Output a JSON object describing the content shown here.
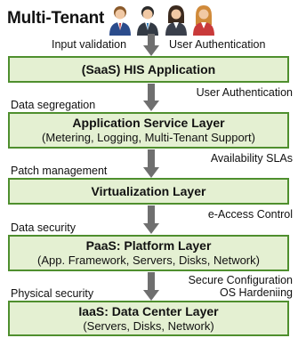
{
  "title": "Multi-Tenant",
  "people_icon": "people-group-icon",
  "colors": {
    "box_fill": "#e4f0d2",
    "box_border": "#4f8f2e",
    "arrow": "#6f6f6f"
  },
  "annotations": {
    "input_validation": "Input validation",
    "user_auth_top": "User Authentication",
    "user_auth_right": "User Authentication",
    "data_segregation": "Data segregation",
    "availability_slas": "Availability SLAs",
    "patch_management": "Patch management",
    "e_access_control": "e-Access Control",
    "data_security": "Data security",
    "secure_configuration": "Secure Configuration",
    "os_hardening": "OS Hardeniing",
    "physical_security": "Physical security"
  },
  "layers": [
    {
      "title": "(SaaS) HIS Application",
      "subtitle": ""
    },
    {
      "title": "Application Service Layer",
      "subtitle": "(Metering, Logging, Multi-Tenant Support)"
    },
    {
      "title": "Virtualization Layer",
      "subtitle": ""
    },
    {
      "title": "PaaS: Platform Layer",
      "subtitle": "(App. Framework, Servers, Disks, Network)"
    },
    {
      "title": "IaaS: Data Center Layer",
      "subtitle": "(Servers, Disks, Network)"
    }
  ]
}
